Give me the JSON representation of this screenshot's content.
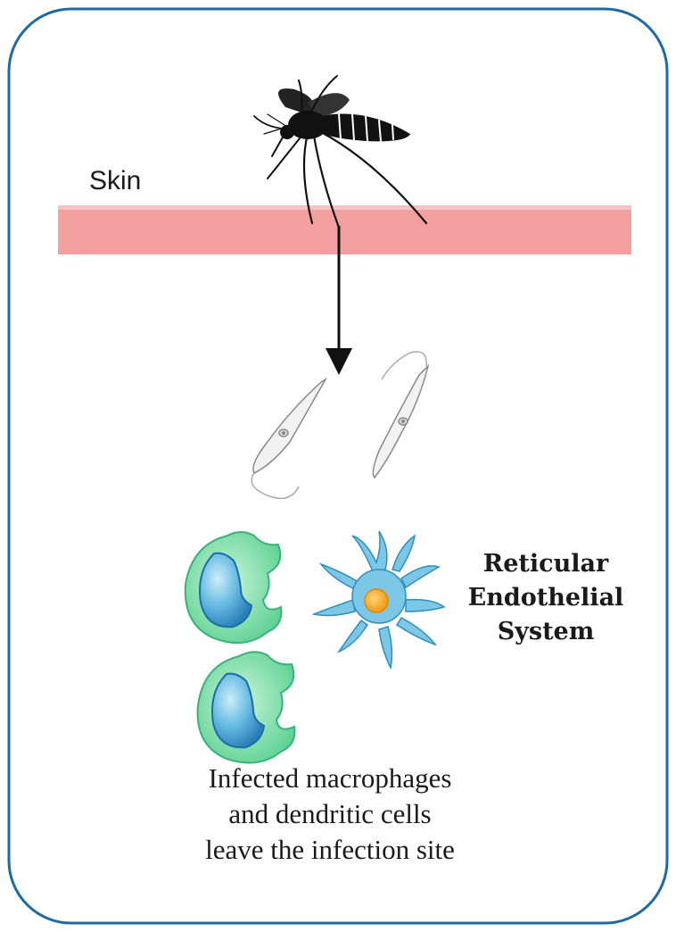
{
  "diagram": {
    "skin_label": "Skin",
    "system_label_lines": [
      "Reticular",
      "Endothelial",
      "System"
    ],
    "caption_lines": [
      "Infected macrophages",
      "and dendritic cells",
      "leave the infection site"
    ],
    "colors": {
      "frame": "#1f6aa5",
      "skin": "#f5a0a0",
      "arrow": "#111111",
      "macrophage_outer": "#7ee0a8",
      "macrophage_inner": "#4aa8d8",
      "dendritic": "#7cc6e6",
      "dendritic_nucleus": "#f5a623"
    },
    "icons": [
      "mosquito-icon",
      "parasite-icon",
      "macrophage-icon",
      "dendritic-cell-icon"
    ]
  }
}
